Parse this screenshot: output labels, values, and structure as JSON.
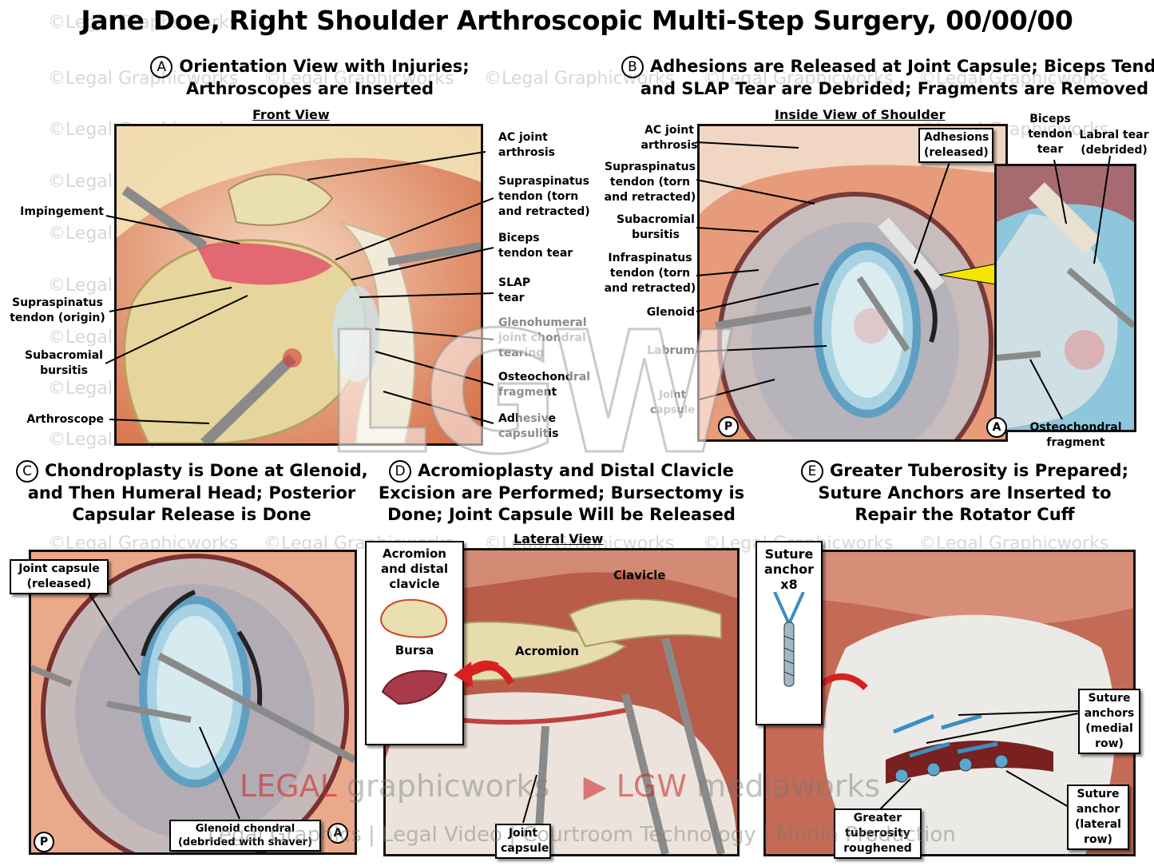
{
  "title": "Jane Doe, Right Shoulder Arthroscopic Multi-Step Surgery, 00/00/00",
  "watermark": "©Legal Graphicworks",
  "panels": {
    "A": {
      "letter": "A",
      "heading_line1": "Orientation View with Injuries;",
      "heading_line2": "Arthroscopes are Inserted",
      "subheading": "Front View",
      "labels": {
        "impingement": "Impingement",
        "supraspinatus_origin": "Supraspinatus tendon (origin)",
        "subacromial_bursitis": "Subacromial bursitis",
        "arthroscope": "Arthroscope",
        "ac_joint": "AC joint arthrosis",
        "supraspinatus_torn": "Supraspinatus tendon (torn and retracted)",
        "biceps_tear": "Biceps tendon tear",
        "slap_tear": "SLAP tear",
        "glenohumeral": "Glenohumeral joint chondral tearing",
        "osteochondral": "Osteochondral fragment",
        "adhesive_capsulitis": "Adhesive capsulitis"
      }
    },
    "B": {
      "letter": "B",
      "heading_line1": "Adhesions are Released at Joint Capsule; Biceps Tendon",
      "heading_line2": "and SLAP Tear are Debrided; Fragments are Removed",
      "subheading": "Inside View of Shoulder",
      "labels": {
        "ac_joint": "AC joint arthrosis",
        "supraspinatus_torn": "Supraspinatus tendon (torn and retracted)",
        "subacromial_bursitis": "Subacromial bursitis",
        "infraspinatus": "Infraspinatus tendon (torn and retracted)",
        "glenoid": "Glenoid",
        "labrum": "Labrum",
        "joint_capsule": "Joint capsule",
        "adhesions": "Adhesions (released)",
        "biceps_tear": "Biceps tendon tear",
        "labral_tear": "Labral tear (debrided)",
        "osteochondral": "Osteochondral fragment",
        "posterior_marker": "P",
        "anterior_marker": "A"
      }
    },
    "C": {
      "letter": "C",
      "heading_line1": "Chondroplasty is Done at Glenoid,",
      "heading_line2": "and Then Humeral Head; Posterior",
      "heading_line3": "Capsular Release is Done",
      "labels": {
        "joint_capsule": "Joint capsule (released)",
        "glenoid_chondral": "Glenoid chondral (debrided with shaver)",
        "posterior_marker": "P",
        "anterior_marker": "A"
      }
    },
    "D": {
      "letter": "D",
      "heading_line1": "Acromioplasty and Distal Clavicle",
      "heading_line2": "Excision are Performed; Bursectomy is",
      "heading_line3": "Done; Joint Capsule Will be Released",
      "subheading": "Lateral View",
      "labels": {
        "acromion_clavicle": "Acromion and distal clavicle",
        "bursa": "Bursa",
        "clavicle": "Clavicle",
        "acromion": "Acromion",
        "joint_capsule": "Joint capsule"
      }
    },
    "E": {
      "letter": "E",
      "heading_line1": "Greater Tuberosity is Prepared;",
      "heading_line2": "Suture Anchors are Inserted to",
      "heading_line3": "Repair the Rotator Cuff",
      "labels": {
        "suture_anchor_x8": "Suture anchor x8",
        "anchors_medial": "Suture anchors (medial row)",
        "anchor_lateral": "Suture anchor (lateral row)",
        "greater_tuberosity": "Greater tuberosity roughened"
      }
    }
  },
  "footer": {
    "brand_legal": "LEGAL",
    "brand_graphicworks": "graphicworks",
    "brand_lgw": "LGW",
    "brand_mediaworks": "mediaworks",
    "services": "Legal Graphics | Legal Video | Courtroom Technology | Media Production"
  },
  "center_watermark": "LGW",
  "colors": {
    "accent_red": "#cc1f1f",
    "arrow_yellow": "#f5e600",
    "glenoid_blue": "#8fc7dc"
  }
}
